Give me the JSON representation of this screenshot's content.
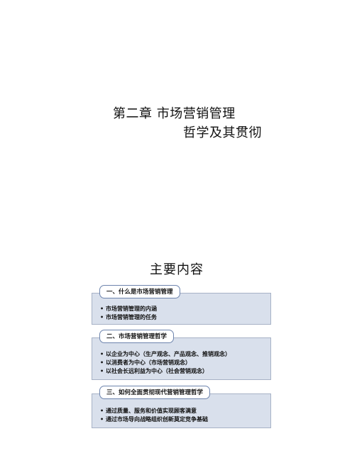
{
  "title": {
    "line1": "第二章  市场营销管理",
    "line2": "哲学及其贯彻"
  },
  "main_heading": "主要内容",
  "sections": [
    {
      "label": "一、什么是市场营销管理",
      "items": [
        "市场营销管理的内涵",
        "市场营销管理的任务"
      ]
    },
    {
      "label": "二、市场营销管理哲学",
      "items": [
        "以企业为中心（生产观念、产品观念、推销观念）",
        "以消费者为中心（市场营销观念）",
        "以社会长远利益为中心（社会营销观念）"
      ]
    },
    {
      "label": "三、如何全面贯彻现代营销管理哲学",
      "items": [
        "通过质量、服务和价值实现顾客满意",
        "通过市场导向战略组织创新莫定竞争基础"
      ]
    }
  ],
  "bullet_symbol": "•"
}
